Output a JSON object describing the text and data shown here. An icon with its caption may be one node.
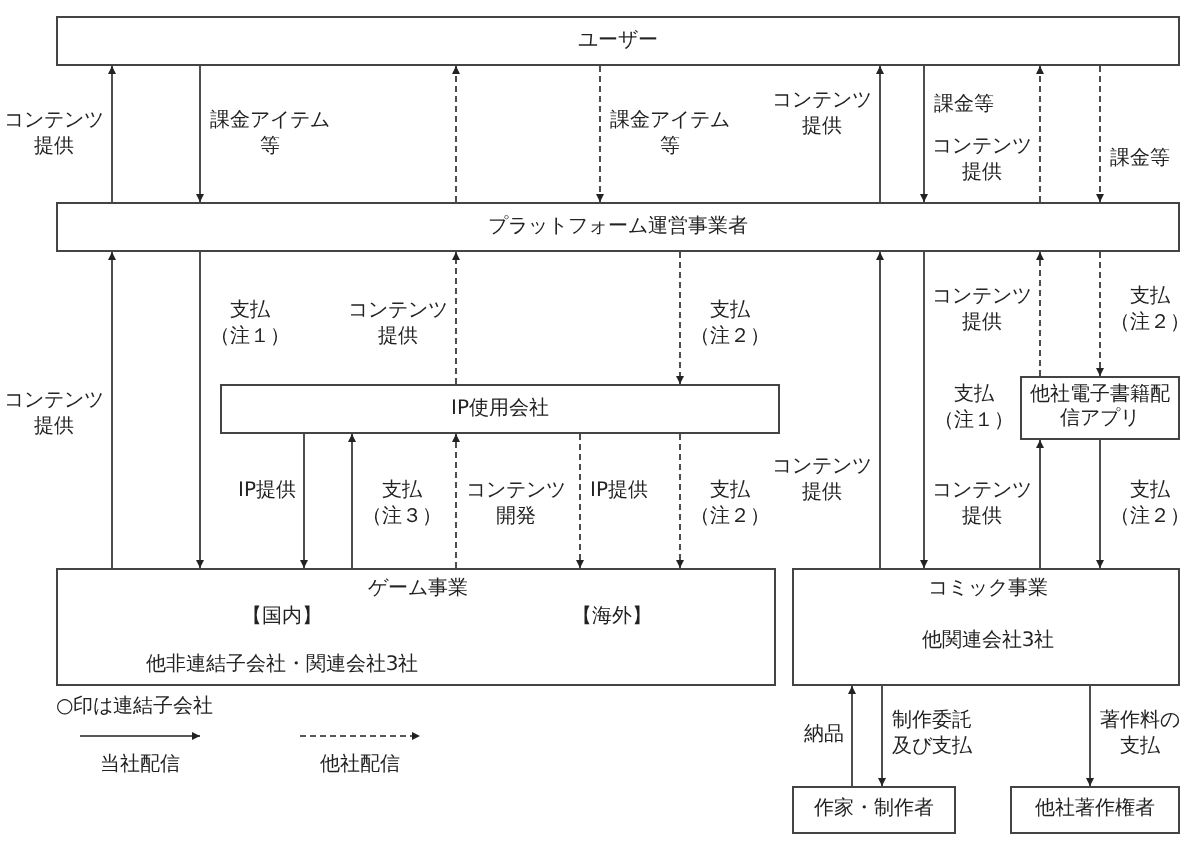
{
  "diagram": {
    "nodes": [
      {
        "text": [
          "ユーザー"
        ]
      },
      {
        "text": [
          "プラットフォーム運営事業者"
        ]
      },
      {
        "text": [
          "IP使用会社"
        ]
      },
      {
        "text": [
          "他社電子書籍配信アプリ"
        ]
      },
      {
        "text": [
          "ゲーム事業",
          "【国内】",
          "他非連結子会社・関連会社3社",
          "【海外】"
        ]
      },
      {
        "text": [
          "コミック事業",
          "他関連会社3社"
        ]
      },
      {
        "text": [
          "作家・制作者"
        ]
      },
      {
        "text": [
          "他社著作権者"
        ]
      }
    ],
    "edges": [
      {
        "from": 1,
        "to": 0,
        "arrow": "to",
        "label": "コンテンツ提供"
      },
      {
        "from": 0,
        "to": 1,
        "arrow": "to",
        "label": "課金アイテム等"
      },
      {
        "from": 1,
        "to": 0,
        "arrow": "to",
        "style": "dashed"
      },
      {
        "from": 0,
        "to": 1,
        "arrow": "to",
        "style": "dashed",
        "label": "課金アイテム等"
      },
      {
        "from": 1,
        "to": 0,
        "arrow": "to",
        "label": "コンテンツ提供"
      },
      {
        "from": 0,
        "to": 1,
        "arrow": "to",
        "label": "課金等"
      },
      {
        "from": 1,
        "to": 0,
        "arrow": "to",
        "style": "dashed",
        "label": "コンテンツ提供"
      },
      {
        "from": 0,
        "to": 1,
        "arrow": "to",
        "style": "dashed",
        "label": "課金等"
      },
      {
        "from": 4,
        "to": 1,
        "arrow": "to",
        "label": "コンテンツ提供"
      },
      {
        "from": 1,
        "to": 4,
        "arrow": "to",
        "label": "支払（注１）"
      },
      {
        "from": 2,
        "to": 1,
        "arrow": "to",
        "style": "dashed",
        "label": "コンテンツ提供"
      },
      {
        "from": 1,
        "to": 2,
        "arrow": "to",
        "style": "dashed",
        "label": "支払（注２）"
      },
      {
        "from": 5,
        "to": 1,
        "arrow": "to",
        "label": "コンテンツ提供"
      },
      {
        "from": 1,
        "to": 5,
        "arrow": "to",
        "label": "支払（注１）"
      },
      {
        "from": 3,
        "to": 1,
        "arrow": "to",
        "style": "dashed",
        "label": "コンテンツ提供"
      },
      {
        "from": 1,
        "to": 3,
        "arrow": "to",
        "style": "dashed",
        "label": "支払（注２）"
      },
      {
        "from": 2,
        "to": 4,
        "arrow": "to",
        "label": "IP提供"
      },
      {
        "from": 4,
        "to": 2,
        "arrow": "to",
        "label": "支払（注３）"
      },
      {
        "from": 4,
        "to": 2,
        "arrow": "to",
        "style": "dashed",
        "label": "コンテンツ開発"
      },
      {
        "from": 2,
        "to": 4,
        "arrow": "to",
        "style": "dashed",
        "label": "IP提供"
      },
      {
        "from": 2,
        "to": 4,
        "arrow": "to",
        "style": "dashed",
        "label": "支払（注２）"
      },
      {
        "from": 5,
        "to": 3,
        "arrow": "to",
        "label": "コンテンツ提供"
      },
      {
        "from": 3,
        "to": 5,
        "arrow": "to",
        "label": "支払（注２）"
      },
      {
        "from": 6,
        "to": 5,
        "arrow": "to",
        "label": "納品"
      },
      {
        "from": 5,
        "to": 6,
        "arrow": "to",
        "label": "制作委託及び支払"
      },
      {
        "from": 5,
        "to": 7,
        "arrow": "to",
        "label": "著作料の支払"
      }
    ],
    "labels": [
      "○印は連結子会社"
    ],
    "legend": [
      {
        "text": "当社配信"
      },
      {
        "text": "他社配信"
      }
    ]
  }
}
